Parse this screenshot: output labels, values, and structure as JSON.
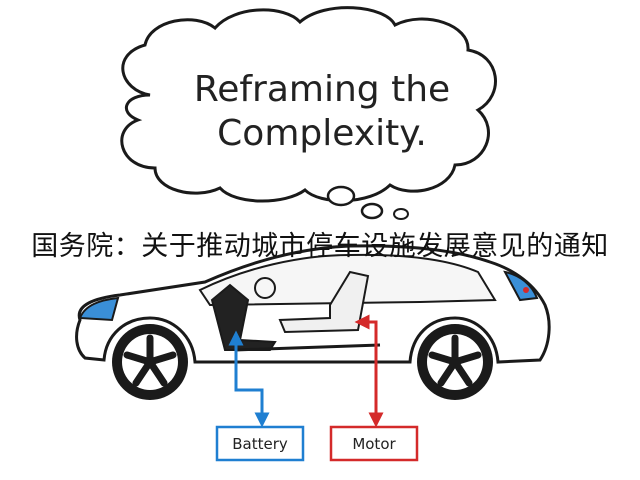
{
  "bubble": {
    "line1": "Reframing the",
    "line2": "Complexity."
  },
  "headline": "国务院：关于推动城市停车设施发展意见的通知",
  "labels": {
    "battery": "Battery",
    "motor": "Motor"
  },
  "colors": {
    "battery_arrow": "#1f7fd1",
    "motor_arrow": "#d42a2a",
    "light": "#3a8fd8",
    "outline": "#1a1a1a"
  }
}
